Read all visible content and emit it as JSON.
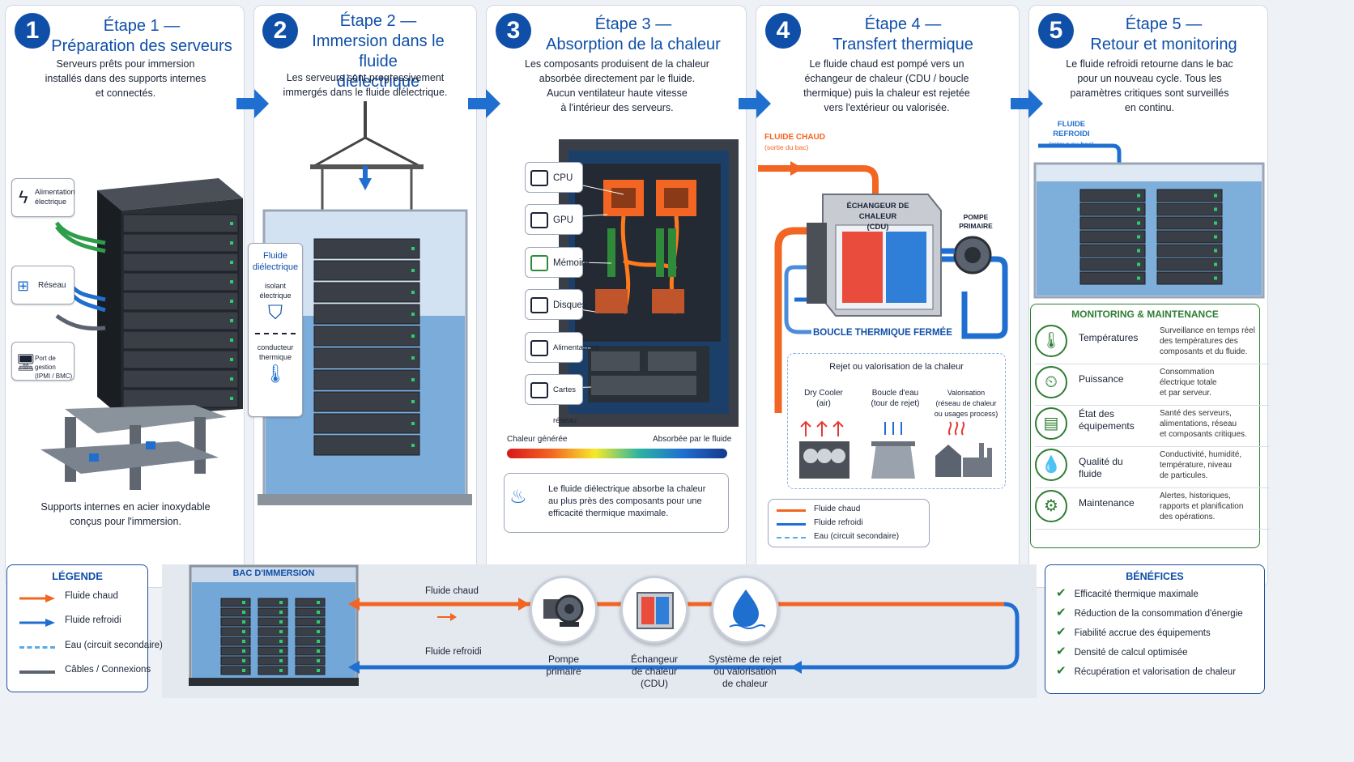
{
  "steps": [
    {
      "num": "1",
      "title": "Étape 1 —\nPréparation des serveurs",
      "desc": "Serveurs prêts pour immersion\ninstallés dans des supports internes\net connectés.",
      "caption": "Supports internes en acier inoxydable\nconçus pour l'immersion."
    },
    {
      "num": "2",
      "title": "Étape 2 —\nImmersion dans le fluide\ndiélectrique",
      "desc": "Les serveurs sont progressivement\nimmergés dans le fluide diélectrique."
    },
    {
      "num": "3",
      "title": "Étape 3 —\nAbsorption de la chaleur",
      "desc": "Les composants produisent de la chaleur\nabsorbée directement par le fluide.\nAucun ventilateur haute vitesse\nà l'intérieur des serveurs."
    },
    {
      "num": "4",
      "title": "Étape 4 —\nTransfert thermique",
      "desc": "Le fluide chaud est pompé vers un\néchangeur de chaleur (CDU / boucle\nthermique) puis la chaleur est rejetée\nvers l'extérieur ou valorisée."
    },
    {
      "num": "5",
      "title": "Étape 5 —\nRetour et monitoring",
      "desc": "Le fluide refroidi retourne dans le bac\npour un nouveau cycle. Tous les\nparamètres critiques sont surveillés\nen continu."
    }
  ],
  "step1_tags": {
    "power": "Alimentation\nélectrique",
    "network": "Réseau",
    "mgmt": "Port de gestion\n(IPMI / BMC)"
  },
  "step2_tag": {
    "fluid": "Fluide\ndiélectrique",
    "insulating": "isolant\nélectrique",
    "conductive": "conducteur\nthermique"
  },
  "components": [
    "CPU",
    "GPU",
    "Mémoire",
    "Disques",
    "Alimentations",
    "Cartes réseau"
  ],
  "heat_scale": {
    "left": "Chaleur générée",
    "right": "Absorbée par le fluide"
  },
  "step3_note": "Le fluide diélectrique absorbe la chaleur\nau plus près des composants pour une\nefficacité thermique maximale.",
  "step4": {
    "hot_in": "FLUIDE CHAUD",
    "hot_in_sub": "(sortie du bac)",
    "cdu": "ÉCHANGEUR DE CHALEUR\n(CDU)",
    "pump": "POMPE\nPRIMAIRE",
    "loop": "BOUCLE THERMIQUE FERMÉE",
    "reject_title": "Rejet ou valorisation de la chaleur",
    "reject_items": [
      "Dry Cooler\n(air)",
      "Boucle d'eau\n(tour de rejet)",
      "Valorisation\n(réseau de chaleur\nou usages process)"
    ],
    "legend": [
      "Fluide chaud",
      "Fluide refroidi",
      "Eau (circuit secondaire)"
    ]
  },
  "step5": {
    "cold_in": "FLUIDE REFROIDI",
    "cold_in_sub": "(retour au bac)"
  },
  "monitoring": {
    "title": "MONITORING & MAINTENANCE",
    "items": [
      {
        "icon": "🌡",
        "label": "Températures",
        "desc": "Surveillance en temps réel\ndes températures des\ncomposants et du fluide."
      },
      {
        "icon": "⏲",
        "label": "Puissance",
        "desc": "Consommation\nélectrique totale\net par serveur."
      },
      {
        "icon": "▤",
        "label": "État des\néquipements",
        "desc": "Santé des serveurs,\nalimentations, réseau\net composants critiques."
      },
      {
        "icon": "💧",
        "label": "Qualité du fluide",
        "desc": "Conductivité, humidité,\ntempérature, niveau\nde particules."
      },
      {
        "icon": "⚙",
        "label": "Maintenance",
        "desc": "Alertes, historiques,\nrapports et planification\ndes opérations."
      }
    ]
  },
  "legend": {
    "title": "LÉGENDE",
    "items": [
      "Fluide chaud",
      "Fluide refroidi",
      "Eau (circuit secondaire)",
      "Câbles / Connexions"
    ]
  },
  "bottom": {
    "tank": "BAC D'IMMERSION",
    "hot": "Fluide chaud",
    "cold": "Fluide refroidi",
    "nodes": [
      "Pompe\nprimaire",
      "Échangeur\nde chaleur\n(CDU)",
      "Système de rejet\nou valorisation\nde chaleur"
    ]
  },
  "benefits": {
    "title": "BÉNÉFICES",
    "items": [
      "Efficacité thermique maximale",
      "Réduction de la consommation d'énergie",
      "Fiabilité accrue des équipements",
      "Densité de calcul optimisée",
      "Récupération et valorisation de chaleur"
    ]
  },
  "colors": {
    "hot": "#f26522",
    "cold": "#1f6fd1",
    "water": "#5aa9e6",
    "cable": "#5c6370",
    "accent": "#0f4fa8",
    "green": "#2e7d32"
  }
}
